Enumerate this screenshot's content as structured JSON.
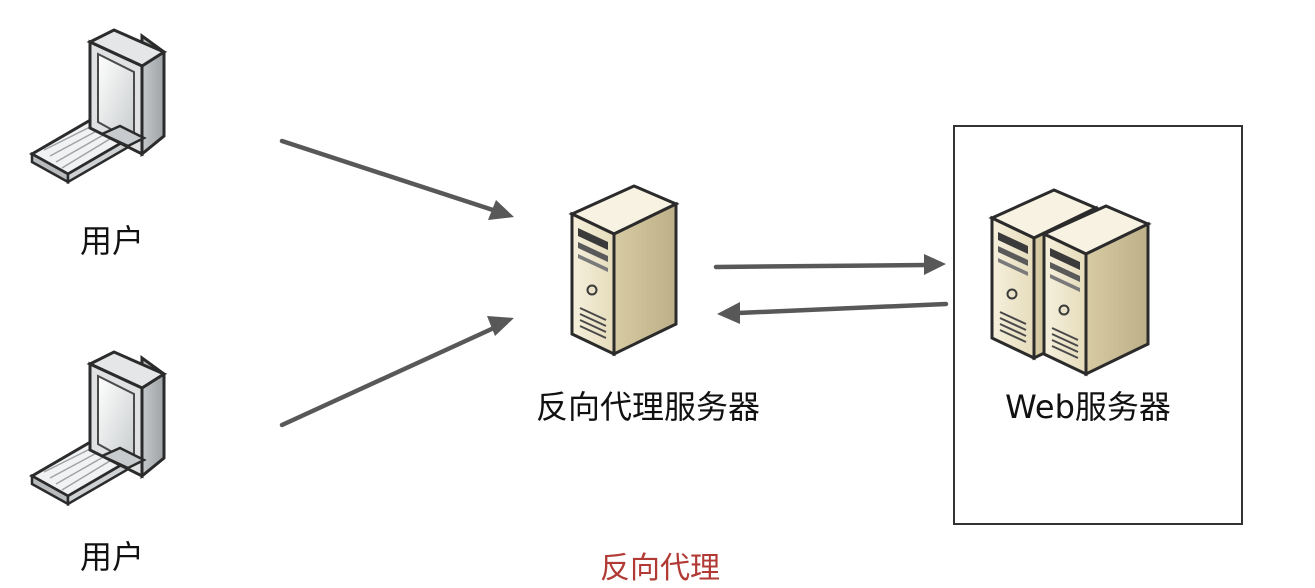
{
  "diagram": {
    "nodes": {
      "user_top": {
        "label": "用户",
        "icon": "desktop-computer-icon"
      },
      "user_bottom": {
        "label": "用户",
        "icon": "desktop-computer-icon"
      },
      "proxy": {
        "label": "反向代理服务器",
        "icon": "server-tower-icon"
      },
      "web": {
        "label": "Web服务器",
        "icon": "server-pair-icon"
      }
    },
    "caption": "反向代理",
    "edges": [
      {
        "from": "user_top",
        "to": "proxy"
      },
      {
        "from": "user_bottom",
        "to": "proxy"
      },
      {
        "from": "proxy",
        "to": "web"
      },
      {
        "from": "web",
        "to": "proxy"
      }
    ],
    "colors": {
      "arrow": "#585858",
      "caption": "#b13a35",
      "server_body": "#efe7cf",
      "monitor_screen": "#e7e9ea"
    }
  }
}
